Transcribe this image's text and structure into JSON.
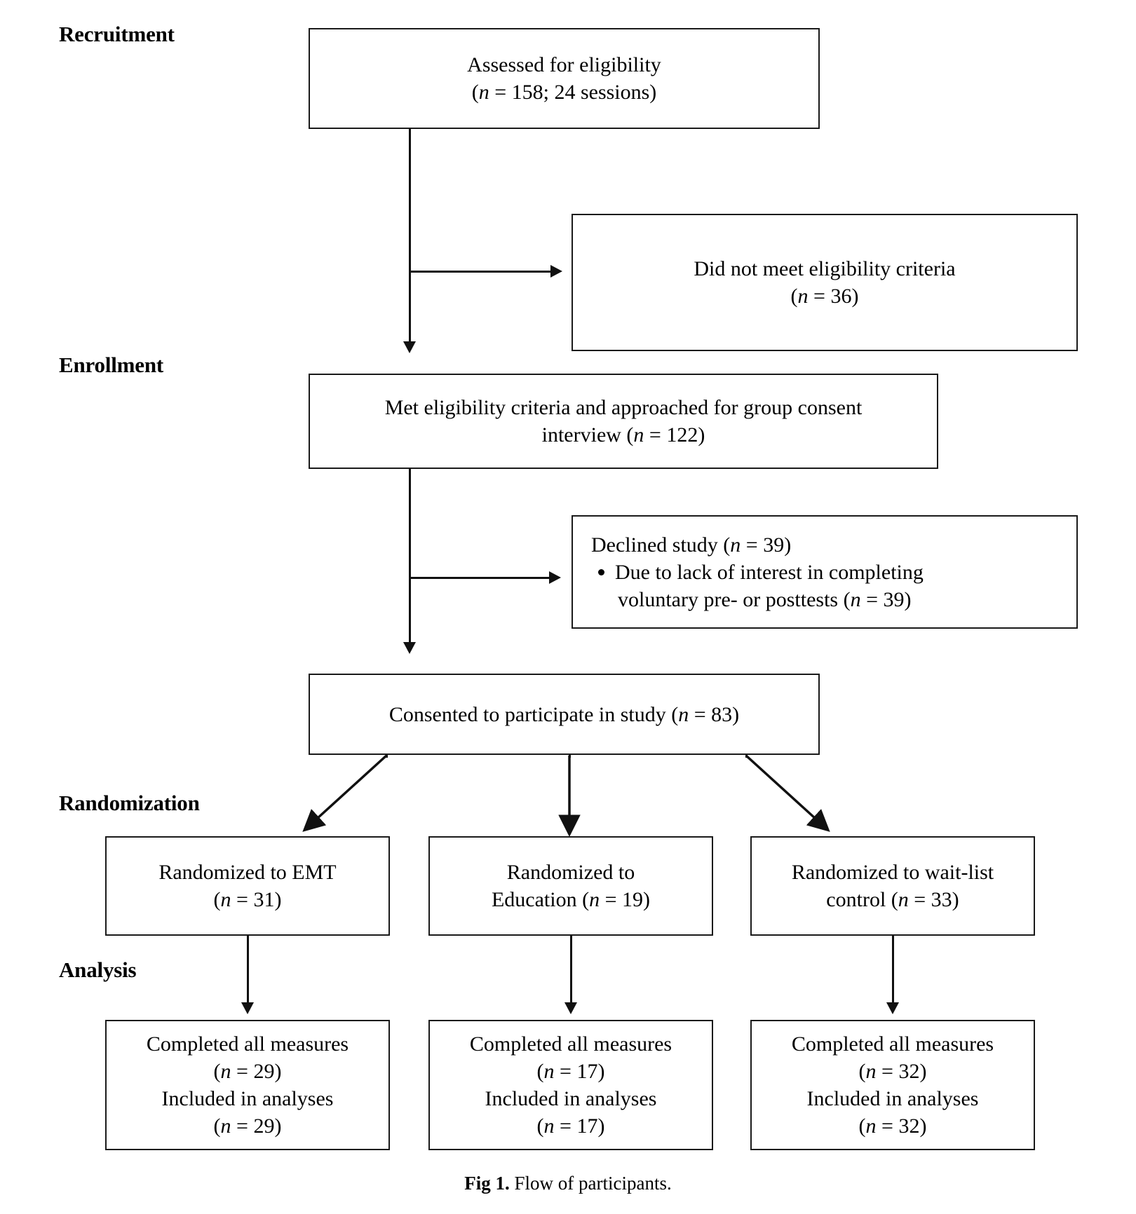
{
  "figure": {
    "caption_label": "Fig 1.",
    "caption_text": "Flow of participants."
  },
  "stages": {
    "recruitment": "Recruitment",
    "enrollment": "Enrollment",
    "randomization": "Randomization",
    "analysis": "Analysis"
  },
  "boxes": {
    "assessed": {
      "line1": "Assessed for eligibility",
      "line2_pre": "(",
      "line2_n": "n",
      "line2_post": " = 158; 24 sessions)"
    },
    "not_eligible": {
      "line1": "Did not meet eligibility criteria",
      "line2_pre": "(",
      "line2_n": "n",
      "line2_post": " = 36)"
    },
    "met_eligibility": {
      "line1": "Met eligibility criteria and approached for group consent",
      "line2_pre": "interview (",
      "line2_n": "n",
      "line2_post": " = 122)"
    },
    "declined": {
      "heading_pre": "Declined study (",
      "heading_n": "n",
      "heading_post": " = 39)",
      "bullet_line1": "Due to lack of interest in completing",
      "bullet_line2_pre": "voluntary pre- or posttests (",
      "bullet_line2_n": "n",
      "bullet_line2_post": " = 39)"
    },
    "consented": {
      "line1_pre": "Consented to participate in study (",
      "line1_n": "n",
      "line1_post": " = 83)"
    },
    "rand_emt": {
      "line1": "Randomized to EMT",
      "line2_pre": "(",
      "line2_n": "n",
      "line2_post": " = 31)"
    },
    "rand_education": {
      "line1": "Randomized to",
      "line2_pre": "Education (",
      "line2_n": "n",
      "line2_post": " = 19)"
    },
    "rand_control": {
      "line1": "Randomized to wait-list",
      "line2_pre": "control (",
      "line2_n": "n",
      "line2_post": " = 33)"
    },
    "analysis_emt": {
      "line1": "Completed all measures",
      "line2_pre": "(",
      "line2_n": "n",
      "line2_post": " = 29)",
      "line3": "Included in analyses",
      "line4_pre": "(",
      "line4_n": "n",
      "line4_post": " = 29)"
    },
    "analysis_education": {
      "line1": "Completed all measures",
      "line2_pre": "(",
      "line2_n": "n",
      "line2_post": " = 17)",
      "line3": "Included in analyses",
      "line4_pre": "(",
      "line4_n": "n",
      "line4_post": " = 17)"
    },
    "analysis_control": {
      "line1": "Completed all measures",
      "line2_pre": "(",
      "line2_n": "n",
      "line2_post": " = 32)",
      "line3": "Included in analyses",
      "line4_pre": "(",
      "line4_n": "n",
      "line4_post": " = 32)"
    }
  },
  "chart_data": {
    "type": "diagram",
    "title": "Flow of participants",
    "diagram_kind": "CONSORT participant flow",
    "nodes": [
      {
        "id": "assessed",
        "stage": "Recruitment",
        "label": "Assessed for eligibility",
        "n": 158,
        "extra": "24 sessions"
      },
      {
        "id": "not_eligible",
        "stage": "Recruitment",
        "label": "Did not meet eligibility criteria",
        "n": 36
      },
      {
        "id": "met_eligibility",
        "stage": "Enrollment",
        "label": "Met eligibility criteria and approached for group consent interview",
        "n": 122
      },
      {
        "id": "declined",
        "stage": "Enrollment",
        "label": "Declined study",
        "n": 39,
        "reasons": [
          {
            "label": "Due to lack of interest in completing voluntary pre- or posttests",
            "n": 39
          }
        ]
      },
      {
        "id": "consented",
        "stage": "Enrollment",
        "label": "Consented to participate in study",
        "n": 83
      },
      {
        "id": "rand_emt",
        "stage": "Randomization",
        "label": "Randomized to EMT",
        "n": 31
      },
      {
        "id": "rand_education",
        "stage": "Randomization",
        "label": "Randomized to Education",
        "n": 19
      },
      {
        "id": "rand_control",
        "stage": "Randomization",
        "label": "Randomized to wait-list control",
        "n": 33
      },
      {
        "id": "analysis_emt",
        "stage": "Analysis",
        "label": "Completed all measures / Included in analyses",
        "completed_n": 29,
        "included_n": 29
      },
      {
        "id": "analysis_education",
        "stage": "Analysis",
        "label": "Completed all measures / Included in analyses",
        "completed_n": 17,
        "included_n": 17
      },
      {
        "id": "analysis_control",
        "stage": "Analysis",
        "label": "Completed all measures / Included in analyses",
        "completed_n": 32,
        "included_n": 32
      }
    ],
    "edges": [
      {
        "from": "assessed",
        "to": "not_eligible",
        "type": "exclusion"
      },
      {
        "from": "assessed",
        "to": "met_eligibility",
        "type": "flow"
      },
      {
        "from": "met_eligibility",
        "to": "declined",
        "type": "exclusion"
      },
      {
        "from": "met_eligibility",
        "to": "consented",
        "type": "flow"
      },
      {
        "from": "consented",
        "to": "rand_emt",
        "type": "flow"
      },
      {
        "from": "consented",
        "to": "rand_education",
        "type": "flow"
      },
      {
        "from": "consented",
        "to": "rand_control",
        "type": "flow"
      },
      {
        "from": "rand_emt",
        "to": "analysis_emt",
        "type": "flow"
      },
      {
        "from": "rand_education",
        "to": "analysis_education",
        "type": "flow"
      },
      {
        "from": "rand_control",
        "to": "analysis_control",
        "type": "flow"
      }
    ]
  }
}
